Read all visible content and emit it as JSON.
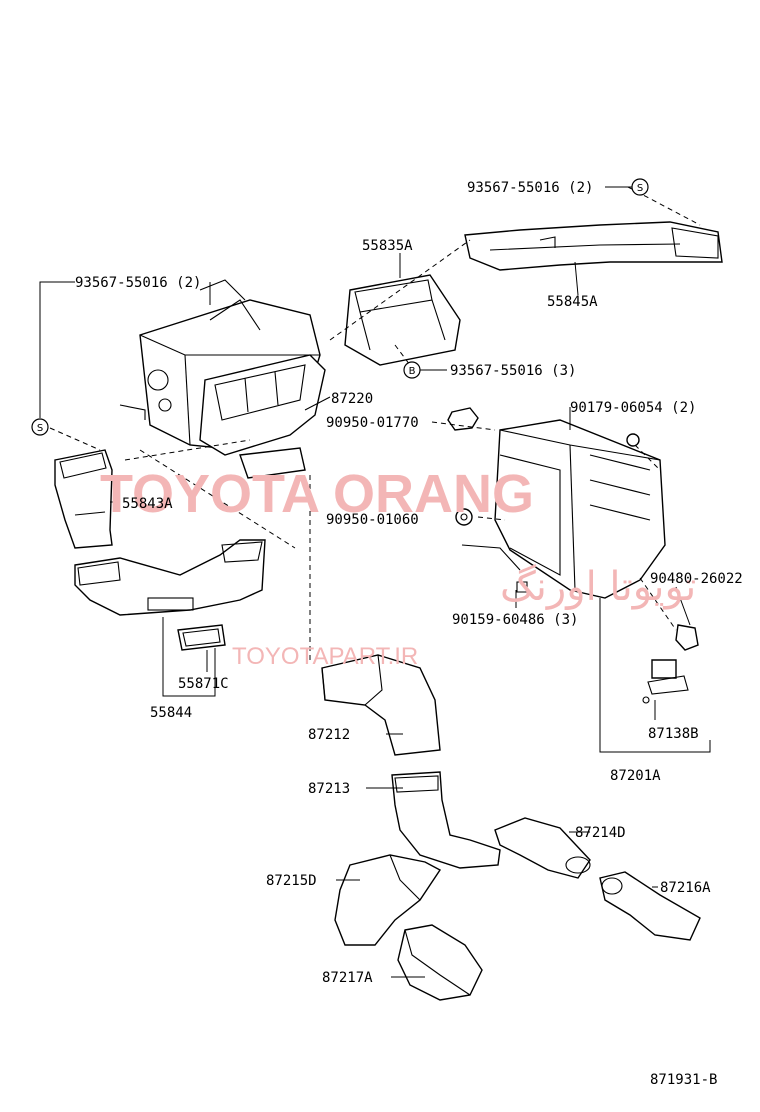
{
  "watermark": {
    "brand": "TOYOTA ORANG",
    "arabic": "تویوتا اورنگ",
    "site": "TOYOTAPART.IR"
  },
  "figure_code": "871931-B",
  "symbols": {
    "s": "S",
    "b": "B"
  },
  "labels": {
    "p93567_55016_2_top": "93567-55016 (2)",
    "p55835A": "55835A",
    "p55845A": "55845A",
    "p93567_55016_2_left": "93567-55016 (2)",
    "p93567_55016_3": "93567-55016 (3)",
    "p87220": "87220",
    "p90950_01770": "90950-01770",
    "p90179_06054": "90179-06054 (2)",
    "p55843A": "55843A",
    "p90950_01060": "90950-01060",
    "p90480_26022": "90480-26022",
    "p90159_60486": "90159-60486 (3)",
    "p55871C": "55871C",
    "p55844": "55844",
    "p87212": "87212",
    "p87138B": "87138B",
    "p87213": "87213",
    "p87201A": "87201A",
    "p87214D": "87214D",
    "p87215D": "87215D",
    "p87216A": "87216A",
    "p87217A": "87217A"
  }
}
